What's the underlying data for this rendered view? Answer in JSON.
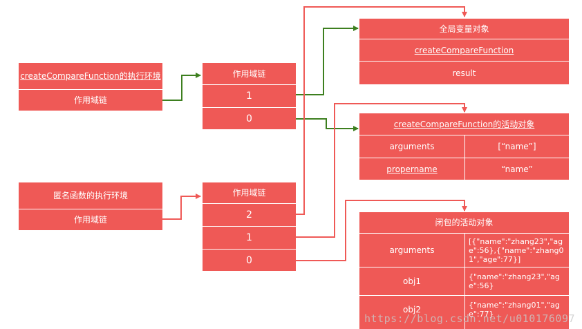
{
  "colors": {
    "box": "#ef5956",
    "green_arrow": "#3d7f1f",
    "red_arrow": "#ef5956"
  },
  "env1": {
    "title": "createCompareFunction的执行环境",
    "row": "作用域链"
  },
  "env2": {
    "title": "匿名函数的执行环境",
    "row": "作用域链"
  },
  "scope1": {
    "title": "作用域链",
    "items": [
      "1",
      "0"
    ]
  },
  "scope2": {
    "title": "作用域链",
    "items": [
      "2",
      "1",
      "0"
    ]
  },
  "global": {
    "title": "全局变量对象",
    "rows": [
      "createCompareFunction",
      "result"
    ]
  },
  "cmp_active": {
    "title": "createCompareFunction的活动对象",
    "rows": [
      {
        "key": "arguments",
        "value": "[“name”]"
      },
      {
        "key": "propername",
        "value": "“name”"
      }
    ]
  },
  "closure_active": {
    "title": "闭包的活动对象",
    "rows": [
      {
        "key": "arguments",
        "value": "[{\"name\":\"zhang23\",\"age\":56},{\"name\":\"zhang01\",\"age\":77}]"
      },
      {
        "key": "obj1",
        "value": "{\"name\":\"zhang23\",\"age\":56}"
      },
      {
        "key": "obj2",
        "value": "{\"name\":\"zhang01\",\"age\":77}"
      }
    ]
  },
  "watermark": "https://blog.csdn.net/u010176097"
}
